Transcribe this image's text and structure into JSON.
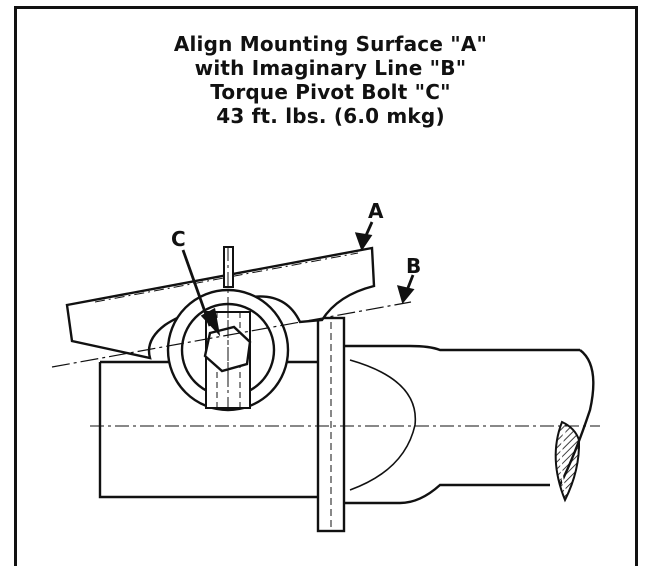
{
  "instructions": {
    "line1": "Align Mounting Surface \"A\"",
    "line2": "with Imaginary Line \"B\"",
    "line3": "Torque Pivot Bolt \"C\"",
    "line4": "43 ft. lbs. (6.0 mkg)"
  },
  "labels": {
    "a": "A",
    "b": "B",
    "c": "C"
  }
}
